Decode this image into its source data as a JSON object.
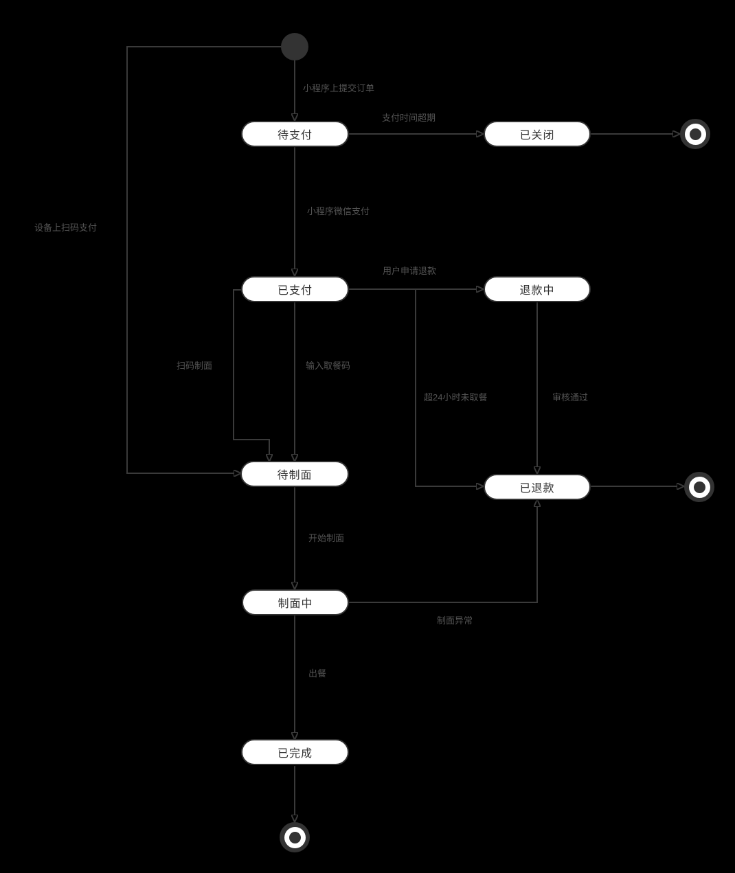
{
  "diagram": {
    "type": "state-machine",
    "background_color": "#000000",
    "node_fill_color": "#ffffff",
    "node_border_color": "#333333",
    "node_text_color": "#333333",
    "edge_line_color": "#3a3a3a",
    "edge_label_color": "#545454",
    "nodes": [
      {
        "id": "pending-payment",
        "label": "待支付"
      },
      {
        "id": "closed",
        "label": "已关闭"
      },
      {
        "id": "paid",
        "label": "已支付"
      },
      {
        "id": "refunding",
        "label": "退款中"
      },
      {
        "id": "awaiting-noodle-making",
        "label": "待制面"
      },
      {
        "id": "refunded",
        "label": "已退款"
      },
      {
        "id": "noodle-making",
        "label": "制面中"
      },
      {
        "id": "completed",
        "label": "已完成"
      }
    ],
    "special_nodes": [
      {
        "id": "initial",
        "kind": "initial-state"
      },
      {
        "id": "final-1",
        "kind": "final-state"
      },
      {
        "id": "final-2",
        "kind": "final-state"
      },
      {
        "id": "final-3",
        "kind": "final-state"
      }
    ],
    "edges": [
      {
        "from": "initial",
        "to": "pending-payment",
        "label": "小程序上提交订单"
      },
      {
        "from": "pending-payment",
        "to": "closed",
        "label": "支付时间超期"
      },
      {
        "from": "pending-payment",
        "to": "paid",
        "label": "小程序微信支付"
      },
      {
        "from": "paid",
        "to": "refunding",
        "label": "用户申请退款"
      },
      {
        "from": "refunding",
        "to": "refunded",
        "label": "审核通过"
      },
      {
        "from": "paid",
        "to": "refunded",
        "label": "超24小时未取餐"
      },
      {
        "from": "paid",
        "to": "awaiting-noodle-making",
        "label": "扫码制面"
      },
      {
        "from": "paid",
        "to": "awaiting-noodle-making",
        "label": "输入取餐码"
      },
      {
        "from": "initial",
        "to": "awaiting-noodle-making",
        "label": "设备上扫码支付"
      },
      {
        "from": "awaiting-noodle-making",
        "to": "noodle-making",
        "label": "开始制面"
      },
      {
        "from": "noodle-making",
        "to": "refunded",
        "label": "制面异常"
      },
      {
        "from": "noodle-making",
        "to": "completed",
        "label": "出餐"
      },
      {
        "from": "closed",
        "to": "final-1",
        "label": ""
      },
      {
        "from": "refunded",
        "to": "final-2",
        "label": ""
      },
      {
        "from": "completed",
        "to": "final-3",
        "label": ""
      }
    ]
  }
}
